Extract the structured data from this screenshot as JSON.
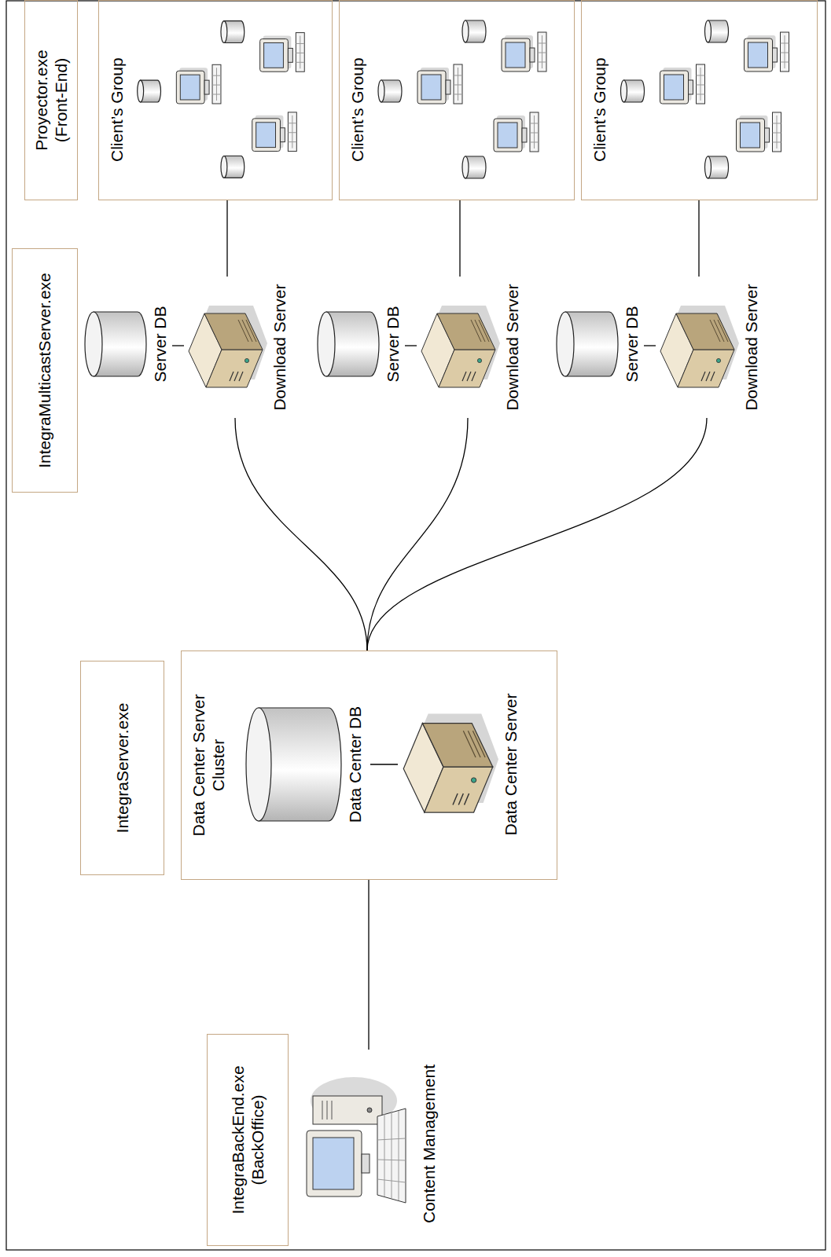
{
  "diagram": {
    "nodes": [
      {
        "text": [
          "IntegraBackEnd.exe (BackOffice)"
        ]
      },
      {
        "text": [
          "Content Management"
        ]
      },
      {
        "text": [
          "IntegraServer.exe"
        ]
      },
      {
        "text": [
          "Data Center Server Cluster"
        ]
      },
      {
        "text": [
          "Data Center DB"
        ],
        "in": 3
      },
      {
        "text": [
          "Data Center Server"
        ],
        "in": 3
      },
      {
        "text": [
          "IntegraMulticastServer.exe"
        ]
      },
      {
        "text": [
          "Server DB"
        ]
      },
      {
        "text": [
          "Download Server"
        ]
      },
      {
        "text": [
          "Server DB"
        ]
      },
      {
        "text": [
          "Download Server"
        ]
      },
      {
        "text": [
          "Server DB"
        ]
      },
      {
        "text": [
          "Download Server"
        ]
      },
      {
        "text": [
          "Proyector.exe (Front-End)"
        ]
      },
      {
        "text": [
          "Client’s Group"
        ]
      },
      {
        "text": [
          "Client’s Group"
        ]
      },
      {
        "text": [
          "Client’s Group"
        ]
      }
    ],
    "edges": [
      {
        "from": 1,
        "to": 3,
        "arrow": "none"
      },
      {
        "from": 4,
        "to": 5,
        "arrow": "none"
      },
      {
        "from": 3,
        "to": 8,
        "arrow": "none"
      },
      {
        "from": 3,
        "to": 10,
        "arrow": "none"
      },
      {
        "from": 3,
        "to": 12,
        "arrow": "none"
      },
      {
        "from": 7,
        "to": 8,
        "arrow": "none"
      },
      {
        "from": 9,
        "to": 10,
        "arrow": "none"
      },
      {
        "from": 11,
        "to": 12,
        "arrow": "none"
      },
      {
        "from": 8,
        "to": 14,
        "arrow": "none"
      },
      {
        "from": 10,
        "to": 15,
        "arrow": "none"
      },
      {
        "from": 12,
        "to": 16,
        "arrow": "none"
      }
    ]
  }
}
